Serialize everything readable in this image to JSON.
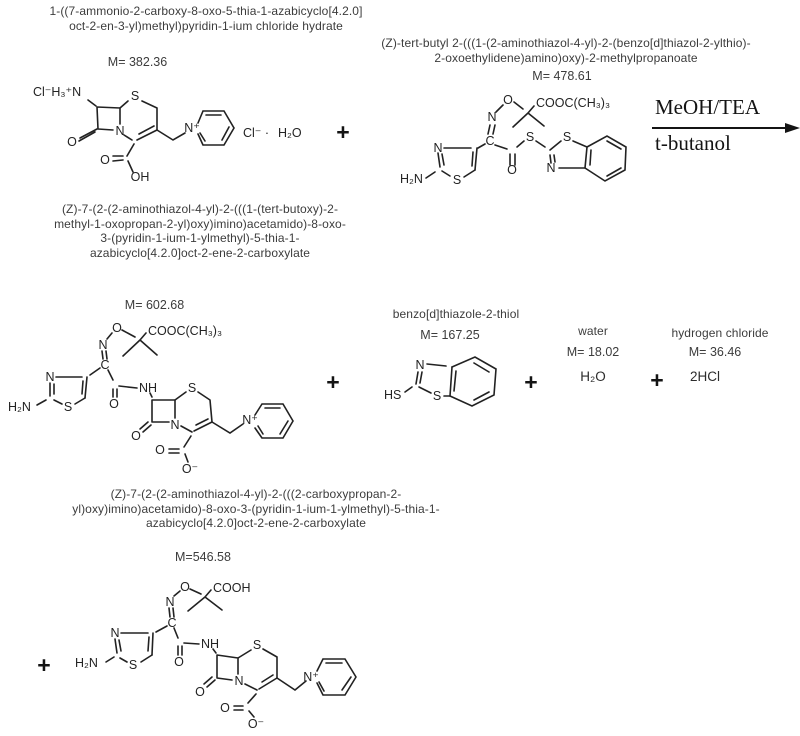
{
  "scheme": {
    "plus": "+",
    "conditions": {
      "above": "MeOH/TEA",
      "below": "t-butanol"
    },
    "reactant1": {
      "name": [
        "1-((7-ammonio-2-carboxy-8-oxo-5-thia-1-azabicyclo[4.2.0]",
        "oct-2-en-3-yl)methyl)pyridin-1-ium chloride hydrate"
      ],
      "mass": "M= 382.36"
    },
    "reactant2": {
      "name": [
        "(Z)-tert-butyl 2-(((1-(2-aminothiazol-4-yl)-2-(benzo[d]thiazol-2-ylthio)-",
        "2-oxoethylidene)amino)oxy)-2-methylpropanoate"
      ],
      "mass": "M= 478.61"
    },
    "product_main": {
      "name": [
        "(Z)-7-(2-(2-aminothiazol-4-yl)-2-(((1-(tert-butoxy)-2-",
        "methyl-1-oxopropan-2-yl)oxy)imino)acetamido)-8-oxo-",
        "3-(pyridin-1-ium-1-ylmethyl)-5-thia-1-",
        "azabicyclo[4.2.0]oct-2-ene-2-carboxylate"
      ],
      "mass": "M= 602.68"
    },
    "byproduct_thiol": {
      "name": "benzo[d]thiazole-2-thiol",
      "mass": "M= 167.25"
    },
    "byproduct_water": {
      "name": "water",
      "mass": "M= 18.02",
      "formula": "H₂O"
    },
    "byproduct_hcl": {
      "name": "hydrogen chloride",
      "mass": "M= 36.46",
      "formula": "2HCl"
    },
    "product_final": {
      "name": [
        "(Z)-7-(2-(2-aminothiazol-4-yl)-2-(((2-carboxypropan-2-",
        "yl)oxy)imino)acetamido)-8-oxo-3-(pyridin-1-ium-1-ylmethyl)-5-thia-1-",
        "azabicyclo[4.2.0]oct-2-ene-2-carboxylate"
      ],
      "mass": "M=546.58"
    }
  },
  "atoms": {
    "s1": {
      "ammonium": "Cl⁻H₃⁺N",
      "s": "S",
      "n": "N",
      "o_lactam": "O",
      "o_acid": "O",
      "oh": "OH",
      "n_pyridinium": "N⁺",
      "chloride": "Cl⁻ ·",
      "hydrate": "H₂O"
    },
    "s2": {
      "h2n": "H₂N",
      "n_thiazole": "N",
      "s_thiazole": "S",
      "c": "C",
      "n_oxime": "N",
      "o_oxime": "O",
      "ester": "COOC(CH₃)₃",
      "o_ketone": "O",
      "s_thioester": "S",
      "s_benzothiazole": "S",
      "n_benzothiazole": "N"
    },
    "s3": {
      "h2n": "H₂N",
      "n_thiazole": "N",
      "s_thiazole": "S",
      "c": "C",
      "n_oxime": "N",
      "o_oxime": "O",
      "ester": "COOC(CH₃)₃",
      "o_amide": "O",
      "nh": "NH",
      "s_cephem": "S",
      "n_cephem": "N",
      "o_lactam": "O",
      "o_carboxylate": "O",
      "o_minus": "O⁻",
      "n_pyridinium": "N⁺"
    },
    "s4": {
      "n": "N",
      "s": "S",
      "hs": "HS"
    },
    "s5": {
      "h2n": "H₂N",
      "n_thiazole": "N",
      "s_thiazole": "S",
      "c": "C",
      "n_oxime": "N",
      "o_oxime": "O",
      "acid": "COOH",
      "o_amide": "O",
      "nh": "NH",
      "s_cephem": "S",
      "n_cephem": "N",
      "o_lactam": "O",
      "o_carboxylate": "O",
      "o_minus": "O⁻",
      "n_pyridinium": "N⁺"
    }
  }
}
